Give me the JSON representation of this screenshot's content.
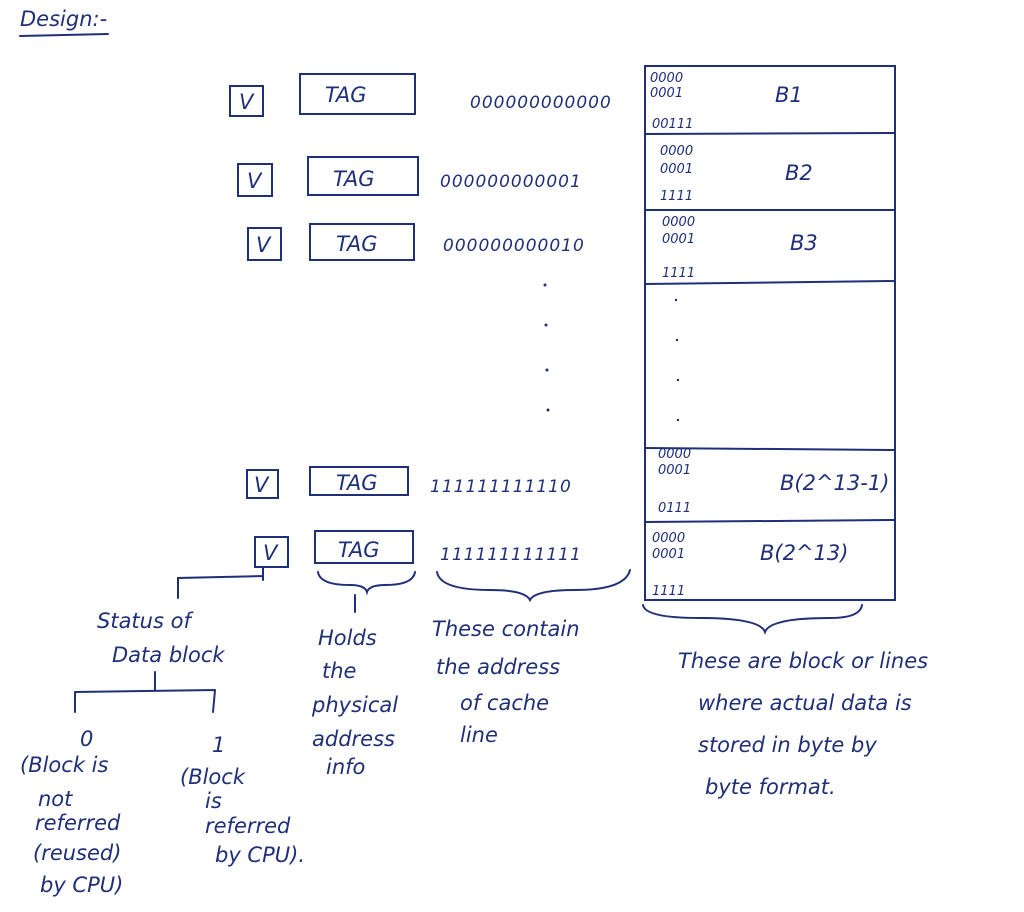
{
  "title": "Design:-",
  "rows": [
    {
      "valid": "V",
      "tag": "TAG",
      "address": "000000000000"
    },
    {
      "valid": "V",
      "tag": "TAG",
      "address": "000000000001"
    },
    {
      "valid": "V",
      "tag": "TAG",
      "address": "000000000010"
    },
    {
      "valid": "V",
      "tag": "TAG",
      "address": "111111111110"
    },
    {
      "valid": "V",
      "tag": "TAG",
      "address": "111111111111"
    }
  ],
  "blocks": [
    {
      "label": "B1",
      "first": "0000",
      "second": "0001",
      "last": "00111"
    },
    {
      "label": "B2",
      "first": "0000",
      "second": "0001",
      "last": "1111"
    },
    {
      "label": "B3",
      "first": "0000",
      "second": "0001",
      "last": "1111"
    },
    {
      "label": "B(2^13-1)",
      "first": "0000",
      "second": "0001",
      "last": "0111"
    },
    {
      "label": "B(2^13)",
      "first": "0000",
      "second": "0001",
      "last": "1111"
    }
  ],
  "annotations": {
    "status": [
      "Status of",
      "Data block"
    ],
    "zero": "0",
    "zero_desc": [
      "(Block is",
      "not",
      "referred",
      "(reused)",
      "by CPU)"
    ],
    "one": "1",
    "one_desc": [
      "(Block",
      "is",
      "referred",
      "by CPU)."
    ],
    "tag_desc": [
      "Holds",
      "the",
      "physical",
      "address",
      "info"
    ],
    "address_desc": [
      "These contain",
      "the address",
      "of cache",
      "line"
    ],
    "block_desc": [
      "These are block or lines",
      "where actual data is",
      "stored in byte by",
      "byte format."
    ]
  }
}
